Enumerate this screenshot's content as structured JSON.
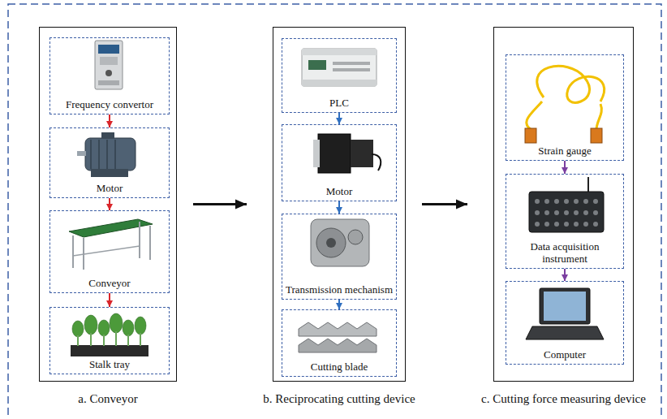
{
  "diagram": {
    "nodes": [
      {
        "text": [
          "a. Conveyor"
        ]
      },
      {
        "text": [
          "Frequency convertor"
        ],
        "in": 0
      },
      {
        "text": [
          "Motor"
        ],
        "in": 0
      },
      {
        "text": [
          "Conveyor"
        ],
        "in": 0
      },
      {
        "text": [
          "Stalk tray"
        ],
        "in": 0
      },
      {
        "text": [
          "b. Reciprocating cutting device"
        ]
      },
      {
        "text": [
          "PLC"
        ],
        "in": 5
      },
      {
        "text": [
          "Motor"
        ],
        "in": 5
      },
      {
        "text": [
          "Transmission mechanism"
        ],
        "in": 5
      },
      {
        "text": [
          "Cutting blade"
        ],
        "in": 5
      },
      {
        "text": [
          "c. Cutting force measuring device"
        ]
      },
      {
        "text": [
          "Strain gauge"
        ],
        "in": 10
      },
      {
        "text": [
          "Data acquisition instrument"
        ],
        "in": 10
      },
      {
        "text": [
          "Computer"
        ],
        "in": 10
      }
    ],
    "edges": [
      {
        "from": 1,
        "to": 2,
        "arrow": "to"
      },
      {
        "from": 2,
        "to": 3,
        "arrow": "to"
      },
      {
        "from": 3,
        "to": 4,
        "arrow": "to"
      },
      {
        "from": 0,
        "to": 5,
        "arrow": "to"
      },
      {
        "from": 5,
        "to": 10,
        "arrow": "to"
      },
      {
        "from": 6,
        "to": 7,
        "arrow": "to"
      },
      {
        "from": 7,
        "to": 8,
        "arrow": "to"
      },
      {
        "from": 8,
        "to": 9,
        "arrow": "to"
      },
      {
        "from": 11,
        "to": 12,
        "arrow": "to"
      },
      {
        "from": 12,
        "to": 13,
        "arrow": "to"
      }
    ]
  }
}
